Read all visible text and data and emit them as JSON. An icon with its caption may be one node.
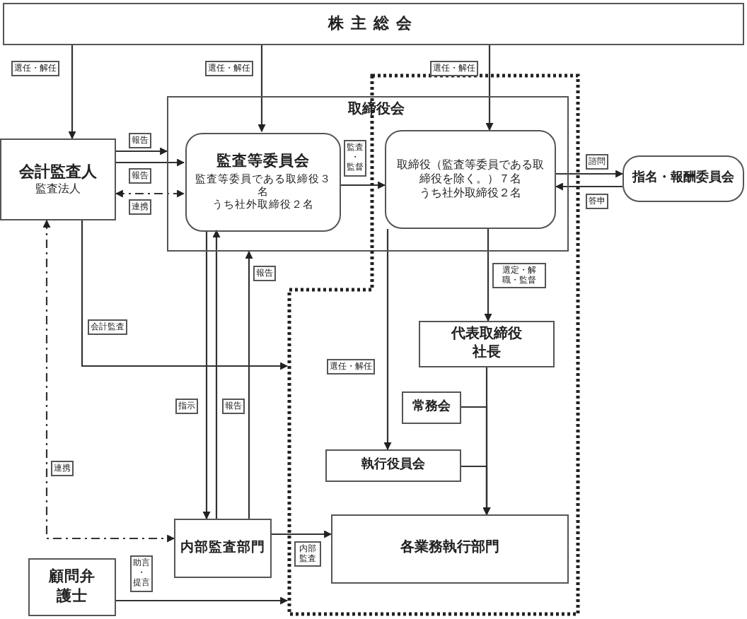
{
  "diagram": {
    "nodes": [
      {
        "text": [
          "株主総会"
        ]
      },
      {
        "text": [
          "会計監査人",
          "監査法人"
        ]
      },
      {
        "text": [
          "取締役会"
        ]
      },
      {
        "text": [
          "監査等委員会",
          "監査等委員である取締役３名",
          "うち社外取締役２名"
        ],
        "in": 2
      },
      {
        "text": [
          "取締役（監査等委員である取締役を除く。）７名",
          "うち社外取締役２名"
        ]
      },
      {
        "text": [
          "指名・報酬委員会"
        ]
      },
      {
        "text": [],
        "shape": "box"
      },
      {
        "text": [
          "代表取締役",
          "社長"
        ],
        "in": 6
      },
      {
        "text": [
          "常務会"
        ],
        "in": 6
      },
      {
        "text": [
          "執行役員会"
        ],
        "in": 6
      },
      {
        "text": [
          "内部監査部門"
        ]
      },
      {
        "text": [
          "各業務執行部門"
        ],
        "in": 6
      },
      {
        "text": [
          "顧問弁護士"
        ]
      }
    ],
    "edges": [
      {
        "from": 0,
        "to": 1,
        "arrow": "to",
        "label": "選任・解任"
      },
      {
        "from": 0,
        "to": 3,
        "arrow": "to",
        "label": "選任・解任"
      },
      {
        "from": 0,
        "to": 4,
        "arrow": "to",
        "label": "選任・解任"
      },
      {
        "from": 1,
        "to": 2,
        "arrow": "to",
        "label": "報告"
      },
      {
        "from": 1,
        "to": 3,
        "arrow": "to",
        "label": "報告"
      },
      {
        "from": 1,
        "to": 3,
        "arrow": "both",
        "label": "連携",
        "style": "dashed"
      },
      {
        "from": 3,
        "to": 4,
        "arrow": "to",
        "label": "監査・監督"
      },
      {
        "from": 4,
        "to": 5,
        "arrow": "to",
        "label": "諮問"
      },
      {
        "from": 5,
        "to": 4,
        "arrow": "to",
        "label": "答申"
      },
      {
        "from": 4,
        "to": 7,
        "arrow": "to",
        "label": "選定・解職・監督"
      },
      {
        "from": 4,
        "to": 9,
        "arrow": "to",
        "label": "選任・解任"
      },
      {
        "from": 7,
        "to": 11,
        "arrow": "to"
      },
      {
        "from": 8,
        "to": 11,
        "arrow": "to"
      },
      {
        "from": 9,
        "to": 11,
        "arrow": "to"
      },
      {
        "from": 3,
        "to": 10,
        "arrow": "to",
        "label": "指示"
      },
      {
        "from": 10,
        "to": 3,
        "arrow": "to",
        "label": "報告"
      },
      {
        "from": 10,
        "to": 2,
        "arrow": "to",
        "label": "報告"
      },
      {
        "from": 1,
        "to": 6,
        "arrow": "to",
        "label": "会計監査"
      },
      {
        "from": 1,
        "to": 10,
        "arrow": "both",
        "label": "連携",
        "style": "dashed"
      },
      {
        "from": 10,
        "to": 11,
        "arrow": "to",
        "label": "内部監査"
      },
      {
        "from": 12,
        "to": 6,
        "arrow": "to",
        "label": "助言・提言"
      }
    ]
  }
}
